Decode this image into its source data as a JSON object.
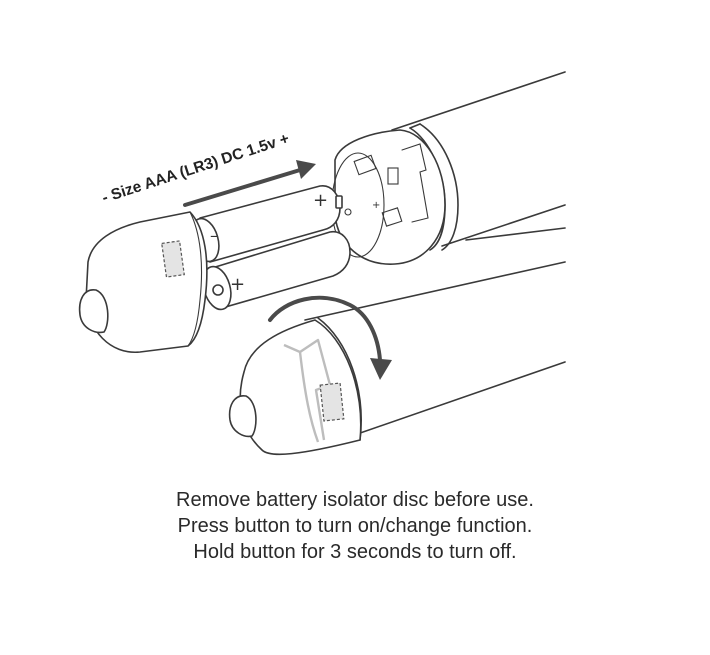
{
  "battery_label": "- Size AAA (LR3) DC 1.5v +",
  "polarity": {
    "plus": "+",
    "minus": "–"
  },
  "instructions": [
    "Remove battery isolator disc before use.",
    "Press button to turn on/change function.",
    "Hold button for 3 seconds to turn off."
  ]
}
